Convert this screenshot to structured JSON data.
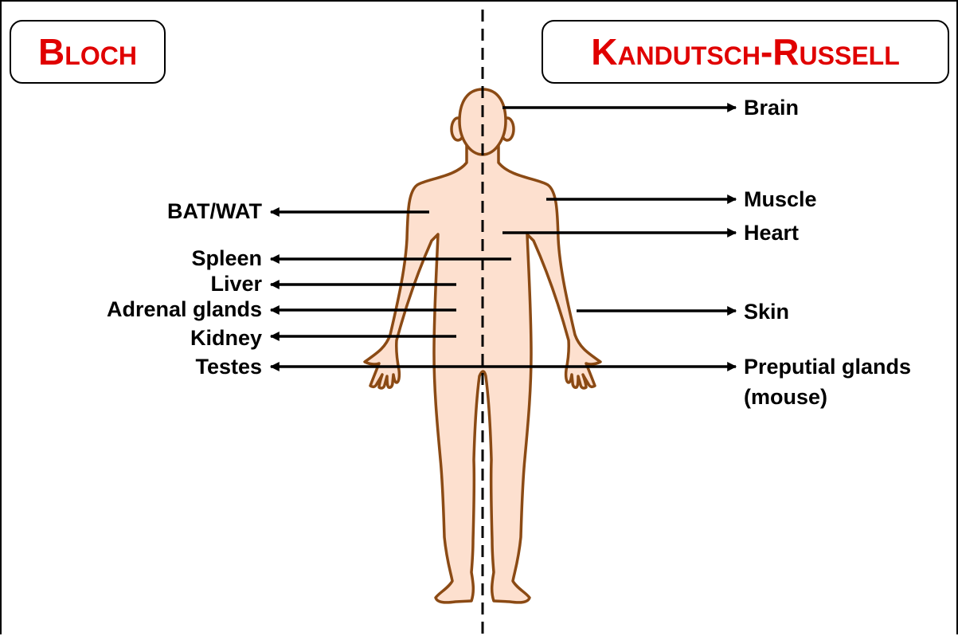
{
  "pathways": {
    "left": {
      "title": "Bloch"
    },
    "right": {
      "title": "Kandutsch-Russell"
    }
  },
  "organs_left": {
    "bat_wat": "BAT/WAT",
    "spleen": "Spleen",
    "liver": "Liver",
    "adrenal": "Adrenal glands",
    "kidney": "Kidney",
    "testes": "Testes"
  },
  "organs_right": {
    "brain": "Brain",
    "muscle": "Muscle",
    "heart": "Heart",
    "skin": "Skin",
    "preputial_line1": "Preputial glands",
    "preputial_line2": "(mouse)"
  },
  "colors": {
    "title_text": "#e00000",
    "body_fill": "#fde0cf",
    "body_outline": "#8b4a14",
    "arrow": "#000000",
    "divider": "#000000"
  },
  "icons": {
    "figure": "human-body-icon"
  }
}
